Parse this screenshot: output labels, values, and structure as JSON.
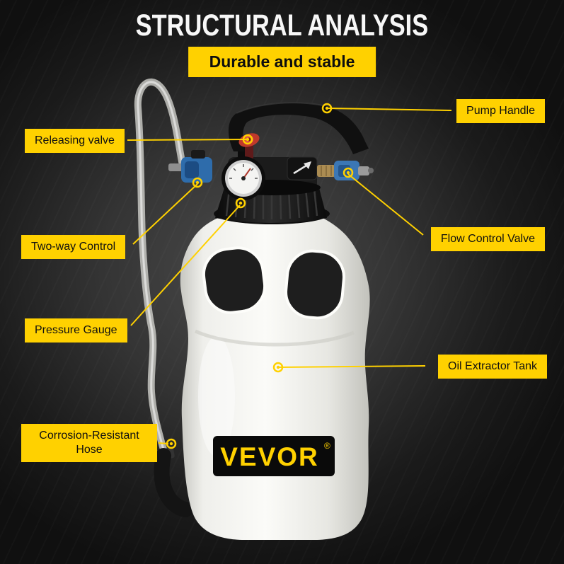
{
  "header": {
    "title": "STRUCTURAL ANALYSIS",
    "subtitle": "Durable and stable"
  },
  "colors": {
    "accent": "#FFD100",
    "background": "#1a1a1a",
    "tank": "#f6f6f3",
    "logo_background": "#0a0a0a",
    "label_text": "#101010"
  },
  "product": {
    "brand": "VEVOR",
    "brand_reg": "®"
  },
  "callouts": [
    {
      "id": "pump-handle",
      "label": "Pump Handle"
    },
    {
      "id": "releasing-valve",
      "label": "Releasing valve"
    },
    {
      "id": "two-way-control",
      "label": "Two-way Control"
    },
    {
      "id": "flow-control-valve",
      "label": "Flow Control Valve"
    },
    {
      "id": "pressure-gauge",
      "label": "Pressure Gauge"
    },
    {
      "id": "oil-extractor-tank",
      "label": "Oil Extractor Tank"
    },
    {
      "id": "corrosion-resistant-hose",
      "label": "Corrosion-Resistant Hose"
    }
  ]
}
